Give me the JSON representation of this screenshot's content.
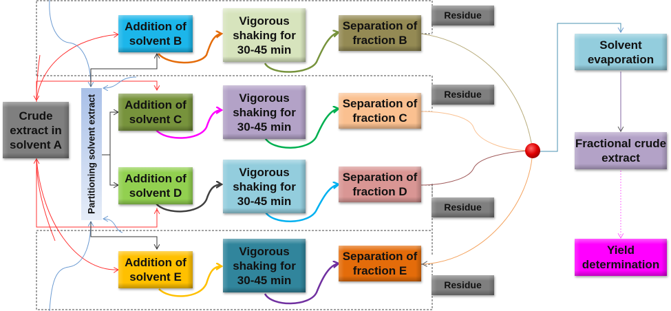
{
  "title": "Solvent partitioning fractionation workflow",
  "nodes": {
    "crude": {
      "label": "Crude extract in solvent A",
      "color": "#7f7f7f"
    },
    "partition": {
      "label": "Partitioning solvent extract",
      "color": "#b4c7e7"
    },
    "addB": {
      "label": "Addition of solvent B",
      "color": "#1cb6ea"
    },
    "addC": {
      "label": "Addition of solvent C",
      "color": "#77933c"
    },
    "addD": {
      "label": "Addition of solvent D",
      "color": "#92d050"
    },
    "addE": {
      "label": "Addition of solvent E",
      "color": "#ffc000"
    },
    "shakeB": {
      "label": "Vigorous shaking for 30-45 min",
      "color": "#d7e4bd"
    },
    "shakeC": {
      "label": "Vigorous shaking for 30-45 min",
      "color": "#b3a2c7"
    },
    "shakeD": {
      "label": "Vigorous shaking for 30-45 min",
      "color": "#93cddd"
    },
    "shakeE": {
      "label": "Vigorous shaking for 30-45 min",
      "color": "#31859c"
    },
    "sepB": {
      "label": "Separation of fraction B",
      "color": "#948a54"
    },
    "sepC": {
      "label": "Separation of fraction C",
      "color": "#fac090"
    },
    "sepD": {
      "label": "Separation of fraction D",
      "color": "#d99694"
    },
    "sepE": {
      "label": "Separation of fraction E",
      "color": "#e46c0a"
    },
    "resB": {
      "label": "Residue",
      "color": "#7f7f7f"
    },
    "resC": {
      "label": "Residue",
      "color": "#7f7f7f"
    },
    "resD": {
      "label": "Residue",
      "color": "#7f7f7f"
    },
    "resE": {
      "label": "Residue",
      "color": "#7f7f7f"
    },
    "evap": {
      "label": "Solvent evaporation",
      "color": "#93cddd"
    },
    "fraccrude": {
      "label": "Fractional crude extract",
      "color": "#b3a2c7"
    },
    "yield": {
      "label": "Yield determination",
      "color": "#ff00ff"
    }
  },
  "junction": {
    "color": "#e00000"
  },
  "arrow_colors": {
    "addB_shake": "#e46c0a",
    "shakeB_sep": "#77933c",
    "addC_shake": "#ff00ff",
    "shakeC_sep": "#00b050",
    "addD_shake": "#404040",
    "shakeD_sep": "#00b0f0",
    "addE_shake": "#ffc000",
    "shakeE_sep": "#7030a0",
    "return": "#ff0000",
    "feed": "#6c9bd2"
  }
}
